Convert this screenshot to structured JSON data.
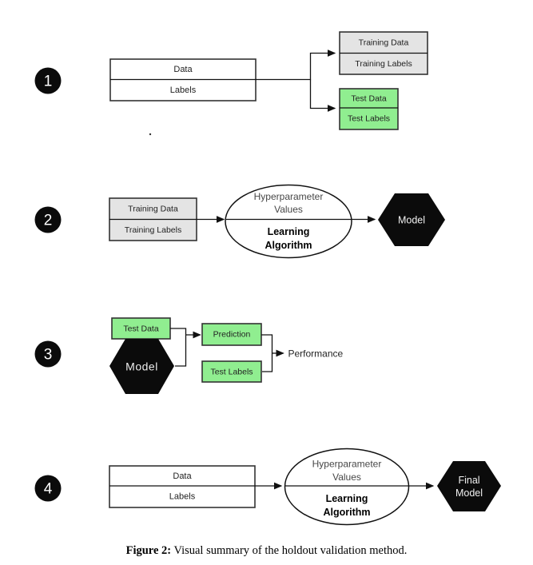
{
  "colors": {
    "background": "#ffffff",
    "box_gray": "#e4e4e4",
    "box_green": "#90ee90",
    "shape_black": "#0b0b0b",
    "line": "#111111",
    "text": "#222222"
  },
  "steps": [
    {
      "number": "1",
      "source_rows": [
        "Data",
        "Labels"
      ],
      "training_rows": [
        "Training Data",
        "Training Labels"
      ],
      "test_rows": [
        "Test Data",
        "Test Labels"
      ]
    },
    {
      "number": "2",
      "input_rows": [
        "Training Data",
        "Training Labels"
      ],
      "ellipse": [
        "Hyperparameter",
        "Values",
        "Learning",
        "Algorithm"
      ],
      "hexagon": "Model"
    },
    {
      "number": "3",
      "test_data": "Test Data",
      "model": "Model",
      "prediction": "Prediction",
      "test_labels": "Test Labels",
      "performance": "Performance"
    },
    {
      "number": "4",
      "source_rows": [
        "Data",
        "Labels"
      ],
      "ellipse": [
        "Hyperparameter",
        "Values",
        "Learning",
        "Algorithm"
      ],
      "hexagon": [
        "Final",
        "Model"
      ]
    }
  ],
  "caption": {
    "label": "Figure 2:",
    "text": " Visual summary of the holdout validation method."
  }
}
